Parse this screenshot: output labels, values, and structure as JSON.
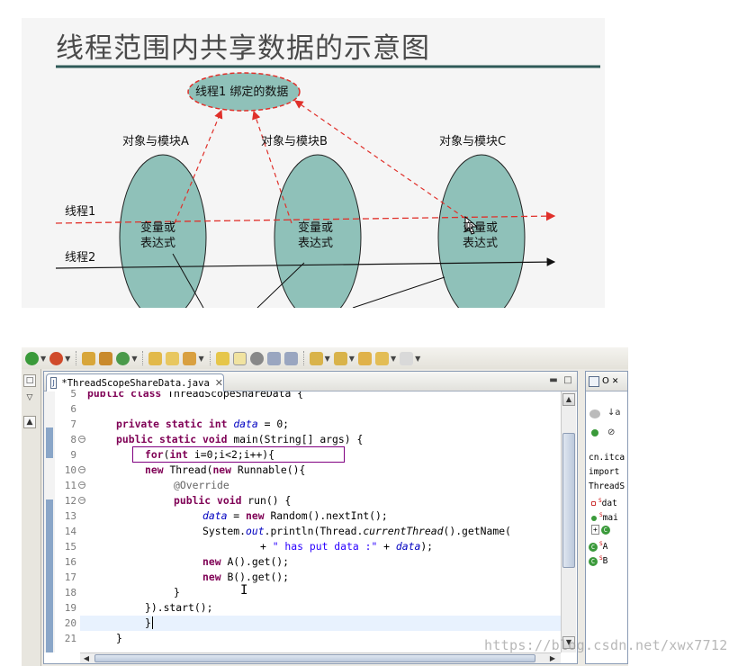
{
  "slide": {
    "title": "线程范围内共享数据的示意图",
    "bubble_label": "线程1 绑定的数据",
    "modules": [
      {
        "label": "对象与模块A",
        "inner": "变量或\n表达式"
      },
      {
        "label": "对象与模块B",
        "inner": "变量或\n表达式"
      },
      {
        "label": "对象与模块C",
        "inner": "变量或\n表达式"
      }
    ],
    "thread1_label": "线程1",
    "thread2_label": "线程2",
    "colors": {
      "ellipse_fill": "#8fc1b9",
      "dashed_line": "#e0302a",
      "title_rule": "#2f5a58"
    }
  },
  "ide": {
    "toolbar_icons": [
      "run-icon",
      "debug-icon",
      "new-package-icon",
      "new-class-icon",
      "open-type-icon",
      "open-folder-icon",
      "search-icon",
      "marker-icon",
      "highlight-icon",
      "bookmark-icon",
      "show-whitespace-icon",
      "next-annotation-icon",
      "prev-annotation-icon",
      "back-icon",
      "forward-icon"
    ],
    "tab": {
      "label": "*ThreadScopeShareData.java",
      "close": "✕"
    },
    "line_numbers": [
      "5",
      "6",
      "7",
      "8",
      "9",
      "10",
      "11",
      "12",
      "13",
      "14",
      "15",
      "16",
      "17",
      "18",
      "19",
      "20",
      "21"
    ],
    "code": {
      "l5": {
        "kw": "public class ",
        "rest": "ThreadScopeShareData {"
      },
      "l7": {
        "kw": "private static int ",
        "field": "data",
        "rest": " = 0;"
      },
      "l8": {
        "kw": "public static void ",
        "rest": "main(String[] args) {"
      },
      "l9": {
        "kw": "for",
        "mid": "(",
        "kw2": "int",
        "rest": " i=0;i<2;i++){"
      },
      "l10": {
        "kw": "new ",
        "mid": "Thread(",
        "kw2": "new ",
        "rest": "Runnable(){"
      },
      "l11": {
        "ann": "@Override"
      },
      "l12": {
        "kw": "public void ",
        "rest": "run() {"
      },
      "l13": {
        "field": "data",
        "mid": " = ",
        "kw": "new ",
        "rest": "Random().nextInt();"
      },
      "l14": {
        "pre": "System.",
        "field": "out",
        "mid": ".println(Thread.",
        "ital": "currentThread",
        "rest": "().getName("
      },
      "l15": {
        "pre": "+ ",
        "str": "\" has put data :\"",
        "mid": " + ",
        "field": "data",
        "rest": ");"
      },
      "l16": {
        "kw": "new ",
        "rest": "A().get();"
      },
      "l17": {
        "kw": "new ",
        "rest": "B().get();"
      },
      "l18": {
        "rest": "}"
      },
      "l19": {
        "rest": "}).start();"
      },
      "l20": {
        "rest": "}"
      },
      "l21": {
        "rest": "}"
      }
    },
    "outline": {
      "header": "O",
      "items": [
        {
          "label": "cn.itca",
          "icon": "package-icon"
        },
        {
          "label": "import",
          "icon": "import-icon"
        },
        {
          "label": "ThreadS",
          "icon": "class-icon"
        },
        {
          "label": "dat",
          "icon": "field-icon"
        },
        {
          "label": "mai",
          "icon": "method-icon"
        },
        {
          "label": "",
          "icon": "class-icon"
        },
        {
          "label": "A",
          "icon": "class-icon"
        },
        {
          "label": "B",
          "icon": "class-icon"
        }
      ]
    }
  },
  "watermark": "https://blog.csdn.net/xwx7712"
}
